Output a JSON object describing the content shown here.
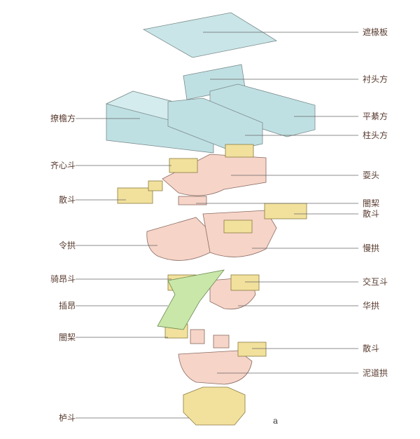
{
  "figure_letter": "a",
  "labels_left": [
    "撩檐方",
    "齐心斗",
    "散斗",
    "令拱",
    "骑昂斗",
    "插昂",
    "闇栔",
    "栌斗"
  ],
  "labels_right": [
    "遮椽板",
    "衬头方",
    "平綦方",
    "柱头方",
    "耍头",
    "闇栔",
    "散斗",
    "慢拱",
    "交互斗",
    "华拱",
    "散斗",
    "泥道拱"
  ],
  "colors": {
    "beam": "#bfe0e3",
    "arm": "#f6d4c8",
    "block": "#f2e19c",
    "cantilever": "#c9e7a9",
    "text": "#5a3c30"
  }
}
